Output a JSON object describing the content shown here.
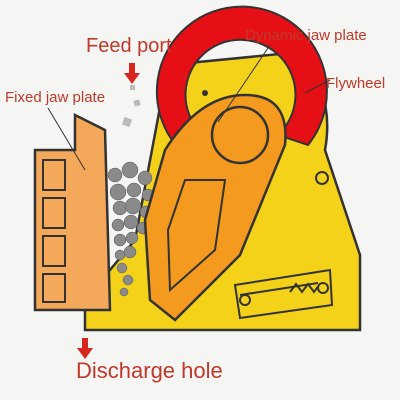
{
  "labels": {
    "feed_port": "Feed port",
    "dynamic_jaw_plate": "Dynamic jaw plate",
    "fixed_jaw_plate": "Fixed jaw plate",
    "flywheel": "Flywheel",
    "discharge_hole": "Discharge hole"
  },
  "colors": {
    "background": "#f5f5f3",
    "frame_yellow": "#f5d21a",
    "flywheel_red": "#e60f16",
    "jaw_orange": "#f39a1f",
    "outline": "#333333",
    "label_red": "#c0392b",
    "arrow_red": "#d7261e",
    "stone_gray": "#8a8a8a"
  },
  "icons": {
    "feed_arrow": "arrow-down-icon",
    "discharge_arrow": "arrow-down-icon"
  }
}
